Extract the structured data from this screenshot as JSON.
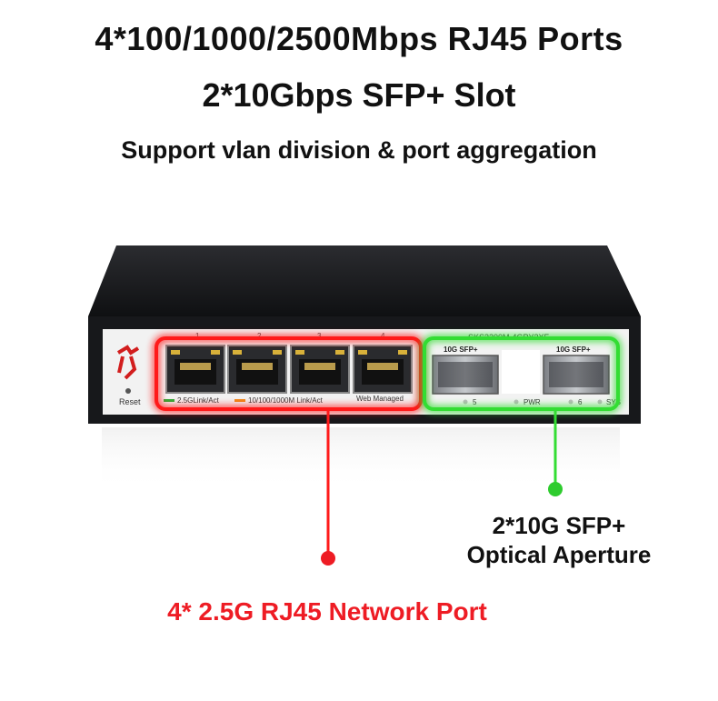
{
  "headline": {
    "line1": "4*100/1000/2500Mbps RJ45 Ports",
    "line2": "2*10Gbps SFP+ Slot",
    "line3": "Support vlan division & port aggregation"
  },
  "device": {
    "model": "SKS3200M-4GPY2XF",
    "port_numbers": [
      "1",
      "2",
      "3",
      "4"
    ],
    "sfp_labels": [
      "10G SFP+",
      "10G SFP+"
    ],
    "sfp_numbers": [
      "5",
      "6"
    ],
    "reset_label": "Reset",
    "legend_25g": "2.5GLink/Act",
    "legend_10_100": "10/100/1000M Link/Act",
    "web_managed": "Web Managed",
    "pwr_label": "PWR",
    "sys_label": "SYS"
  },
  "callouts": {
    "rj45": "4* 2.5G RJ45 Network Port",
    "sfp_line1": "2*10G SFP+",
    "sfp_line2": "Optical Aperture"
  },
  "colors": {
    "rj45_highlight": "#ff1a1a",
    "sfp_highlight": "#33dd33",
    "callout_red": "#ee1c24",
    "device_body": "#1c1d20"
  }
}
